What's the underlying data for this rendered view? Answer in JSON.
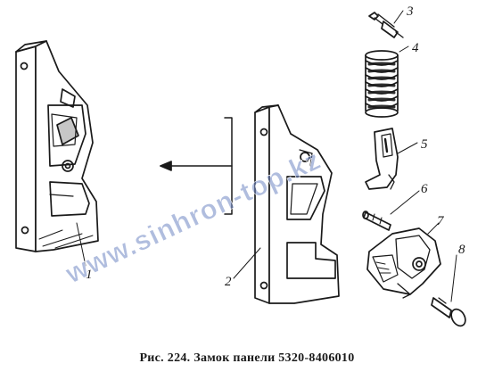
{
  "caption": "Рис. 224. Замок панели 5320-8406010",
  "watermark": "www.sinhron-top.kz",
  "callouts": [
    "1",
    "2",
    "3",
    "4",
    "5",
    "6",
    "7",
    "8"
  ],
  "colors": {
    "ink": "#1a1a1a",
    "watermark": "#6f86c2",
    "background": "#ffffff"
  }
}
